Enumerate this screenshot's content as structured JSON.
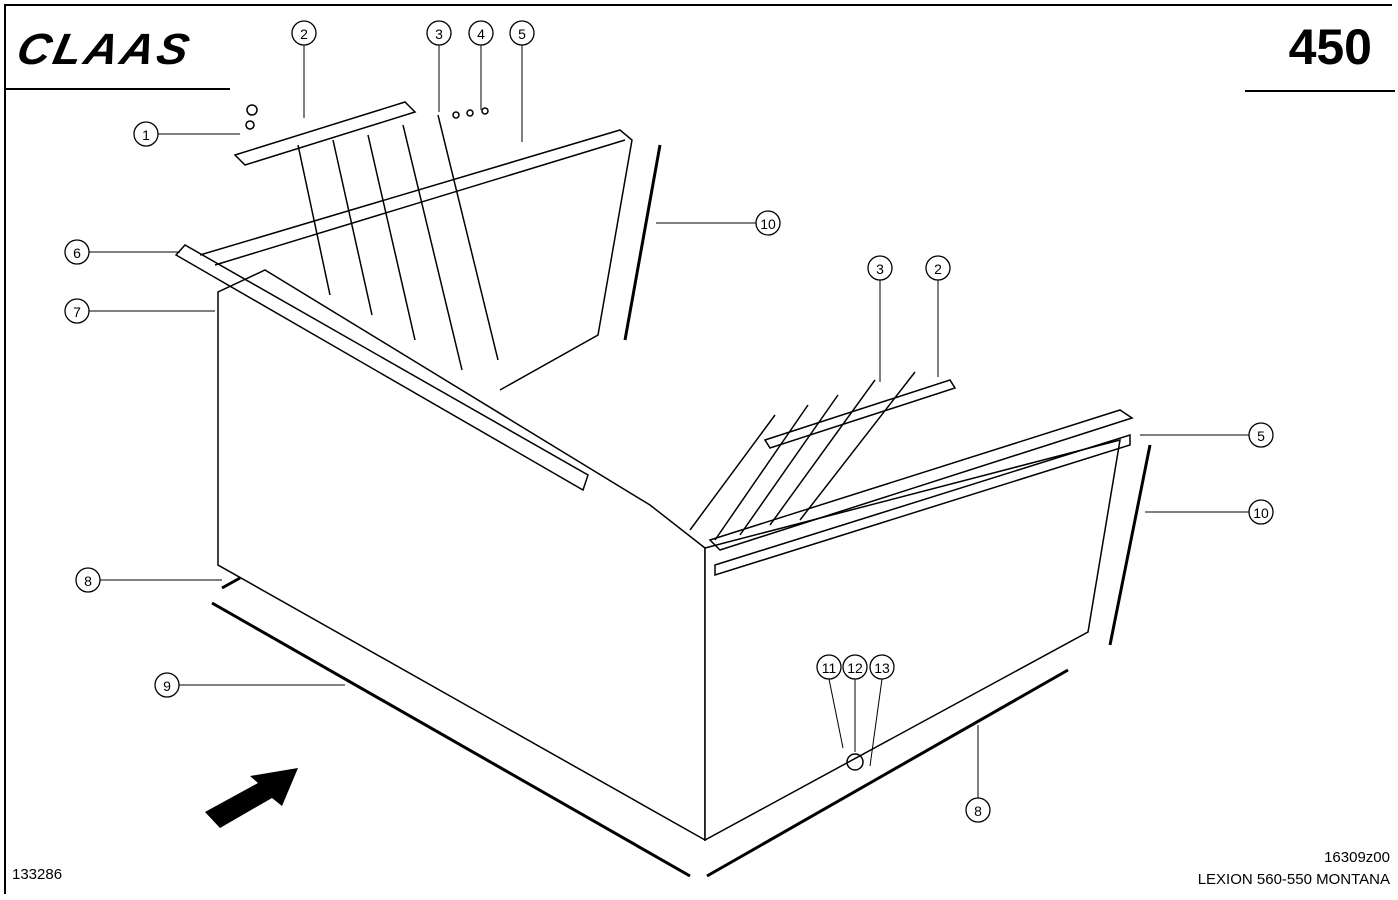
{
  "header": {
    "logo": "CLAAS",
    "page_number": "450"
  },
  "footer": {
    "drawing_number": "133286",
    "reference": "16309z00",
    "model": "LEXION 560-550 MONTANA"
  },
  "callouts": [
    "1",
    "2",
    "3",
    "4",
    "5",
    "10",
    "6",
    "7",
    "3",
    "2",
    "5",
    "10",
    "8",
    "9",
    "11",
    "12",
    "13",
    "8"
  ]
}
